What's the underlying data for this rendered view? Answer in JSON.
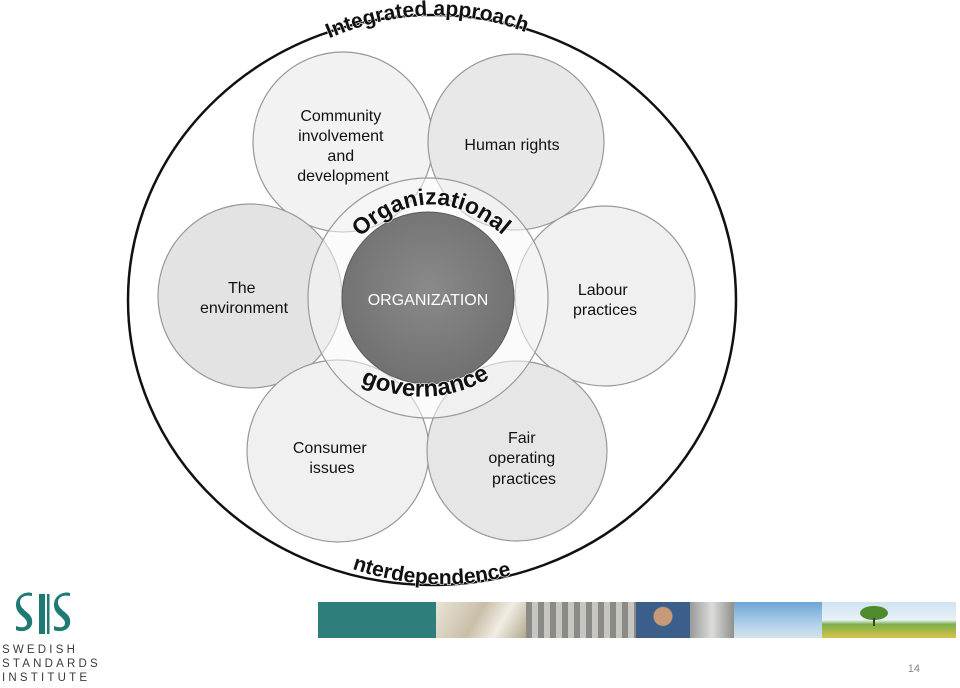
{
  "diagram": {
    "titles": {
      "integrated": "Integrated approach",
      "organizational": "Organizational",
      "governance": "governance",
      "interdependence": "interdependence"
    },
    "center": "ORGANIZATION",
    "subjects": {
      "community": [
        "Community",
        "involvement",
        "and",
        "development"
      ],
      "human_rights": [
        "Human rights"
      ],
      "environment": [
        "The",
        "environment"
      ],
      "labour": [
        "Labour",
        "practices"
      ],
      "consumer": [
        "Consumer",
        "issues"
      ],
      "fair": [
        "Fair",
        "operating",
        "practices"
      ]
    }
  },
  "footer": {
    "logo_mark": "SIS",
    "logo_line1": "SWEDISH",
    "logo_line2": "STANDARDS",
    "logo_line3": "INSTITUTE",
    "page_number": "14"
  },
  "colors": {
    "logo_teal": "#1f7a73",
    "center_fill": "#7a7a7a",
    "circle_fill": "#ececec"
  }
}
